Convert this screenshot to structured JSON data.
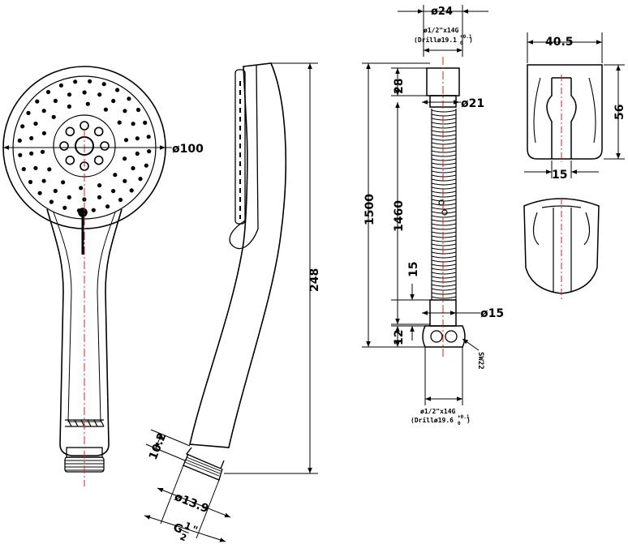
{
  "colors": {
    "line": "#000000",
    "centerline": "#e0201c",
    "background": "#ffffff"
  },
  "dimensions": {
    "head_diameter": "ø100",
    "overall_length": "248",
    "thread_length": "10.2",
    "thread_diameter": "ø13.9",
    "thread_g_prefix": "G",
    "thread_g_num": "1",
    "thread_g_den": "2",
    "thread_g_suffix": "\"",
    "hose_top_width": "ø24",
    "hose_top_thread": "ø1/2\"x14G",
    "hose_top_drill": "(Drillø19.1",
    "hose_top_tol_plus": "+0.1",
    "hose_top_tol_minus": "0",
    "hose_top_drill_close": ")",
    "top_nut_height": "28",
    "top_nut_diameter": "ø21",
    "hose_total_length": "1500",
    "hose_body_length": "1460",
    "bottom_ferrule_length": "15",
    "bottom_ferrule_diameter": "ø15",
    "bottom_nut_height": "12",
    "wrench_size": "SW22",
    "hose_bottom_thread": "ø1/2\"x14G",
    "hose_bottom_drill": "(Drillø19.6",
    "hose_bottom_tol_plus": "+0.1",
    "hose_bottom_tol_minus": "0",
    "hose_bottom_drill_close": ")",
    "holder_width": "40.5",
    "holder_height": "56",
    "holder_slot_width": "15"
  }
}
